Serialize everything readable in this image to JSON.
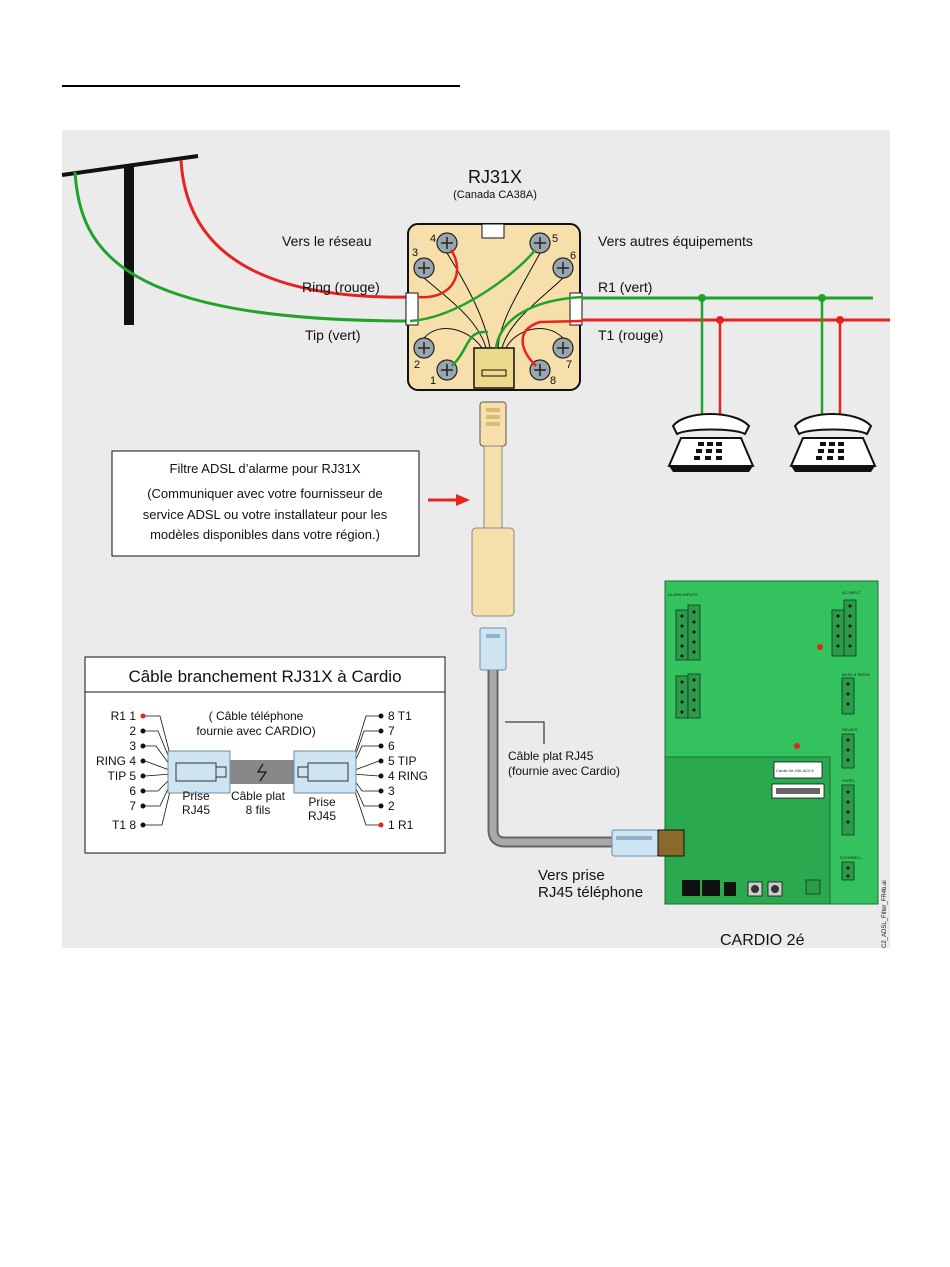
{
  "rj31x": {
    "title": "RJ31X",
    "subtitle": "(Canada CA38A)",
    "to_network": "Vers le réseau",
    "to_other_equipment": "Vers autres équipements",
    "ring_label": "Ring (rouge)",
    "tip_label": "Tip (vert)",
    "r1_label": "R1 (vert)",
    "t1_label": "T1 (rouge)",
    "terminal_numbers": [
      "1",
      "2",
      "3",
      "4",
      "5",
      "6",
      "7",
      "8"
    ]
  },
  "filter_box": {
    "title": "Filtre ADSL d’alarme pour RJ31X",
    "lines": [
      "(Communiquer avec votre fournisseur de",
      "service ADSL ou votre installateur pour les",
      "modèles disponibles dans votre région.)"
    ]
  },
  "cable_box": {
    "title": "Câble branchement RJ31X à Cardio",
    "note_line1": "( Câble téléphone",
    "note_line2": "fournie avec CARDIO)",
    "left_pins": [
      "R1  1",
      "2",
      "3",
      "RING 4",
      "TIP 5",
      "6",
      "7",
      "T1  8"
    ],
    "right_pins": [
      "8 T1",
      "7",
      "6",
      "5 TIP",
      "4 RING",
      "3",
      "2",
      "1  R1"
    ],
    "jack_left": [
      "Prise",
      "RJ45"
    ],
    "jack_right": [
      "Prise",
      "RJ45"
    ],
    "flat_cable": [
      "Câble plat",
      "8 fils"
    ]
  },
  "cable_label": [
    "Câble plat RJ45",
    "(fournie avec Cardio)"
  ],
  "to_jack_label": [
    "Vers prise",
    "RJ45 téléphone"
  ],
  "cardio": {
    "title": "CARDIO 2é",
    "side_code": "C2_ADSL_Filter_FR4b.ai",
    "pcb_labels": [
      "ALARM INPUTS",
      "AC INPUT",
      "BKSV & SIREN",
      "RELAYS",
      "PWRG",
      "DOORBELL",
      "Cardio 2é 240-AC2 E"
    ]
  },
  "colors": {
    "green_wire": "#1fa32a",
    "red_wire": "#e52420",
    "pcb_green": "#33c25e",
    "pcb_green_dark": "#2aa94f",
    "jack_body": "#f6dfab"
  }
}
